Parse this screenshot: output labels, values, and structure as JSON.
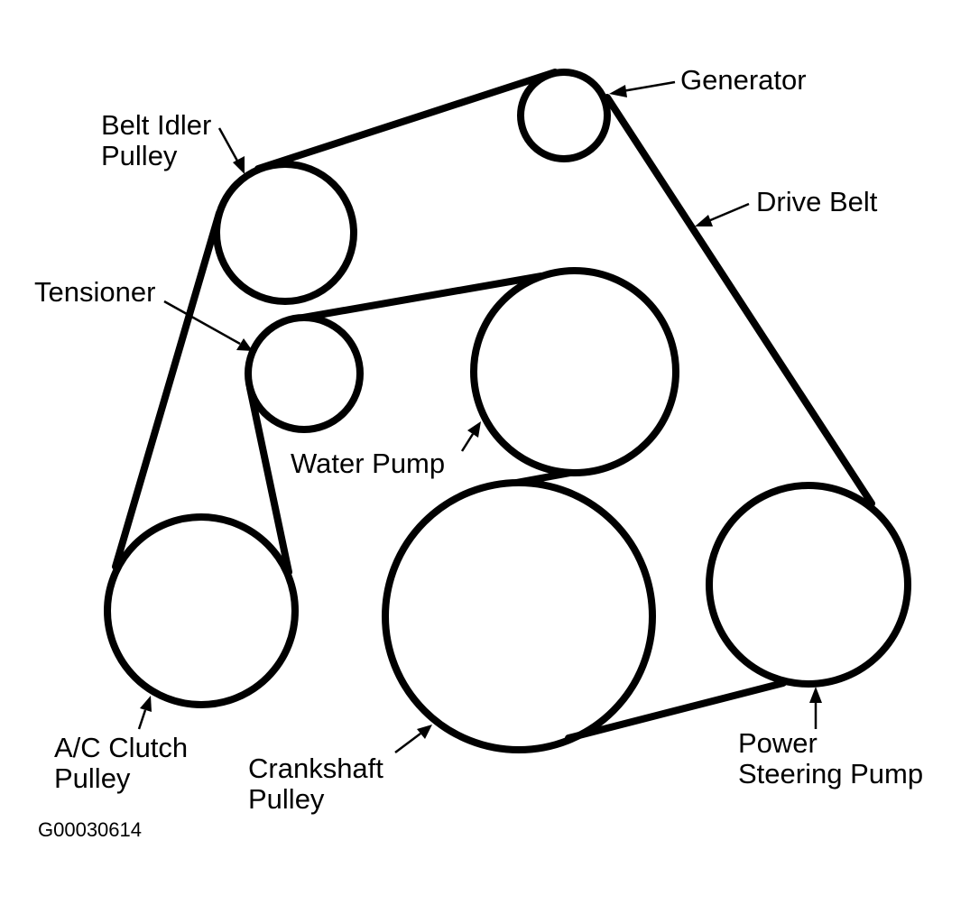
{
  "labels": {
    "generator": "Generator",
    "belt_idler_line1": "Belt Idler",
    "belt_idler_line2": "Pulley",
    "drive_belt": "Drive Belt",
    "tensioner": "Tensioner",
    "water_pump": "Water Pump",
    "ac_clutch_line1": "A/C Clutch",
    "ac_clutch_line2": "Pulley",
    "crankshaft_line1": "Crankshaft",
    "crankshaft_line2": "Pulley",
    "power_steering_line1": "Power",
    "power_steering_line2": "Steering Pump"
  },
  "figure_id": "G00030614",
  "colors": {
    "ink": "#000000",
    "background": "#ffffff"
  }
}
